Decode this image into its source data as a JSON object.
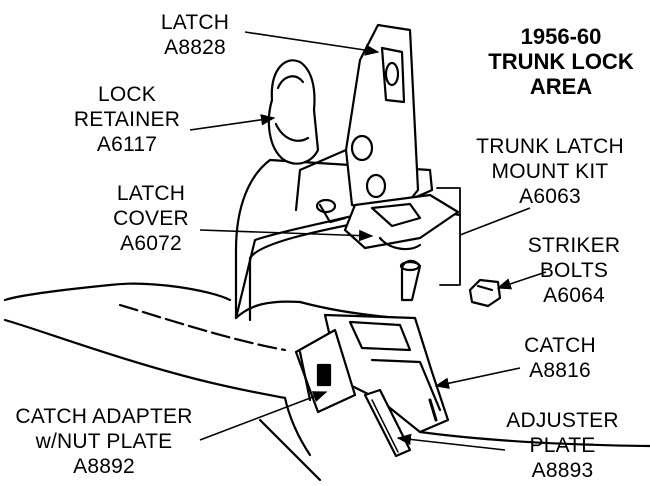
{
  "title": {
    "lines": [
      "1956-60",
      "TRUNK LOCK",
      "AREA"
    ]
  },
  "labels": {
    "latch": {
      "name": "LATCH",
      "part": "A8828"
    },
    "lock_retainer": {
      "name1": "LOCK",
      "name2": "RETAINER",
      "part": "A6117"
    },
    "latch_cover": {
      "name1": "LATCH",
      "name2": "COVER",
      "part": "A6072"
    },
    "trunk_latch_mount_kit": {
      "name1": "TRUNK LATCH",
      "name2": "MOUNT KIT",
      "part": "A6063"
    },
    "striker_bolts": {
      "name1": "STRIKER",
      "name2": "BOLTS",
      "part": "A6064"
    },
    "catch": {
      "name": "CATCH",
      "part": "A8816"
    },
    "catch_adapter": {
      "name1": "CATCH ADAPTER",
      "name2": "w/NUT PLATE",
      "part": "A8892"
    },
    "adjuster_plate": {
      "name1": "ADJUSTER",
      "name2": "PLATE",
      "part": "A8893"
    }
  },
  "colors": {
    "ink": "#000000",
    "background": "#ffffff"
  }
}
